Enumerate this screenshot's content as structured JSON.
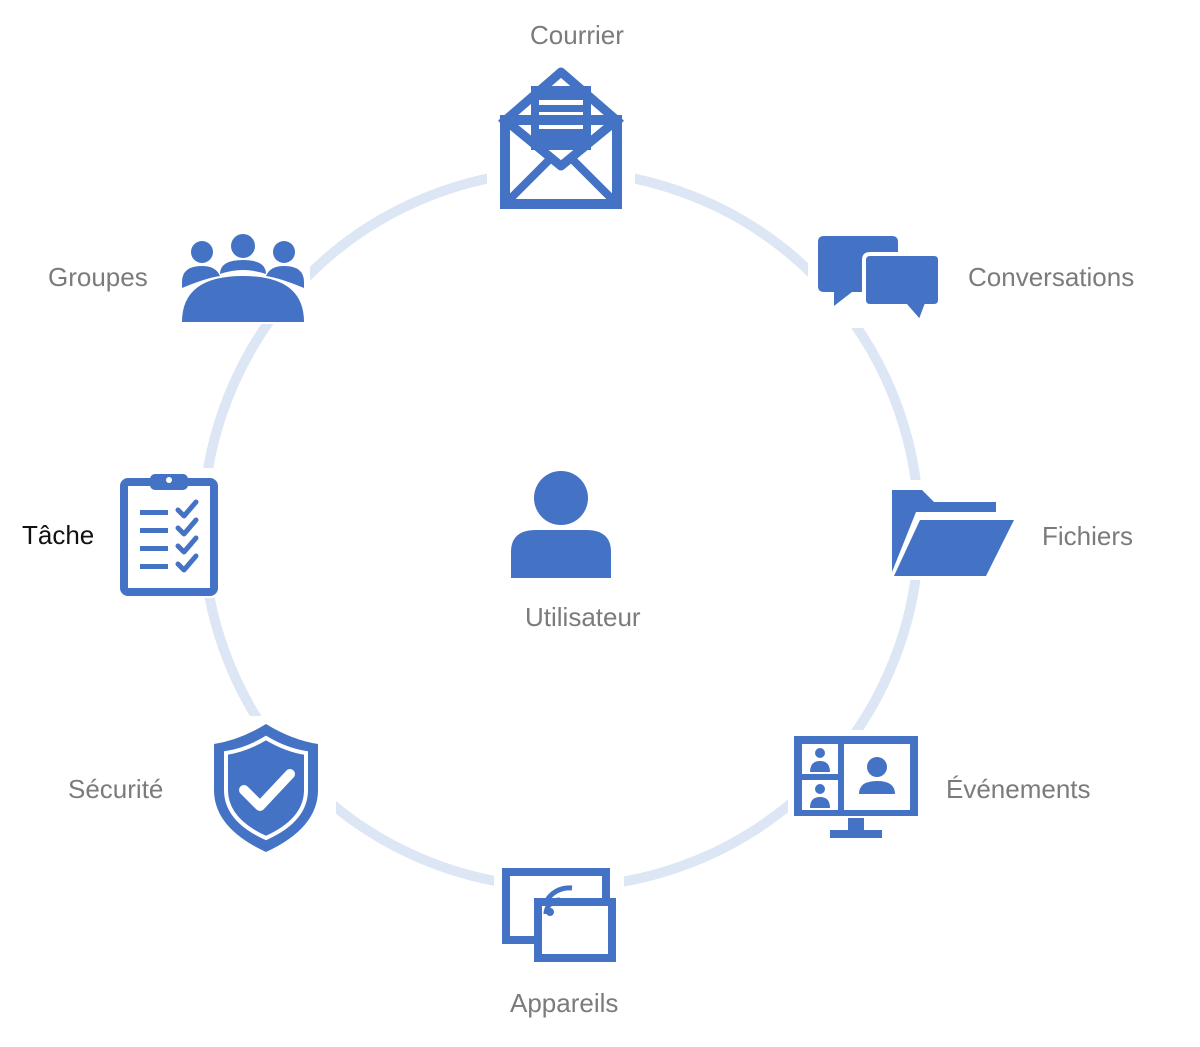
{
  "colors": {
    "icon": "#4472c4",
    "ring": "#dce6f4",
    "label": "#7b7b7b"
  },
  "center": {
    "label": "Utilisateur",
    "icon": "person-icon"
  },
  "nodes": [
    {
      "key": "mail",
      "label": "Courrier",
      "icon": "envelope-icon"
    },
    {
      "key": "conversations",
      "label": "Conversations",
      "icon": "chat-bubbles-icon"
    },
    {
      "key": "files",
      "label": "Fichiers",
      "icon": "folder-icon"
    },
    {
      "key": "events",
      "label": "Événements",
      "icon": "video-meeting-icon"
    },
    {
      "key": "devices",
      "label": "Appareils",
      "icon": "cast-devices-icon"
    },
    {
      "key": "security",
      "label": "Sécurité",
      "icon": "shield-check-icon"
    },
    {
      "key": "tasks",
      "label": "Tâche",
      "icon": "clipboard-checklist-icon"
    },
    {
      "key": "groups",
      "label": "Groupes",
      "icon": "group-icon"
    }
  ]
}
